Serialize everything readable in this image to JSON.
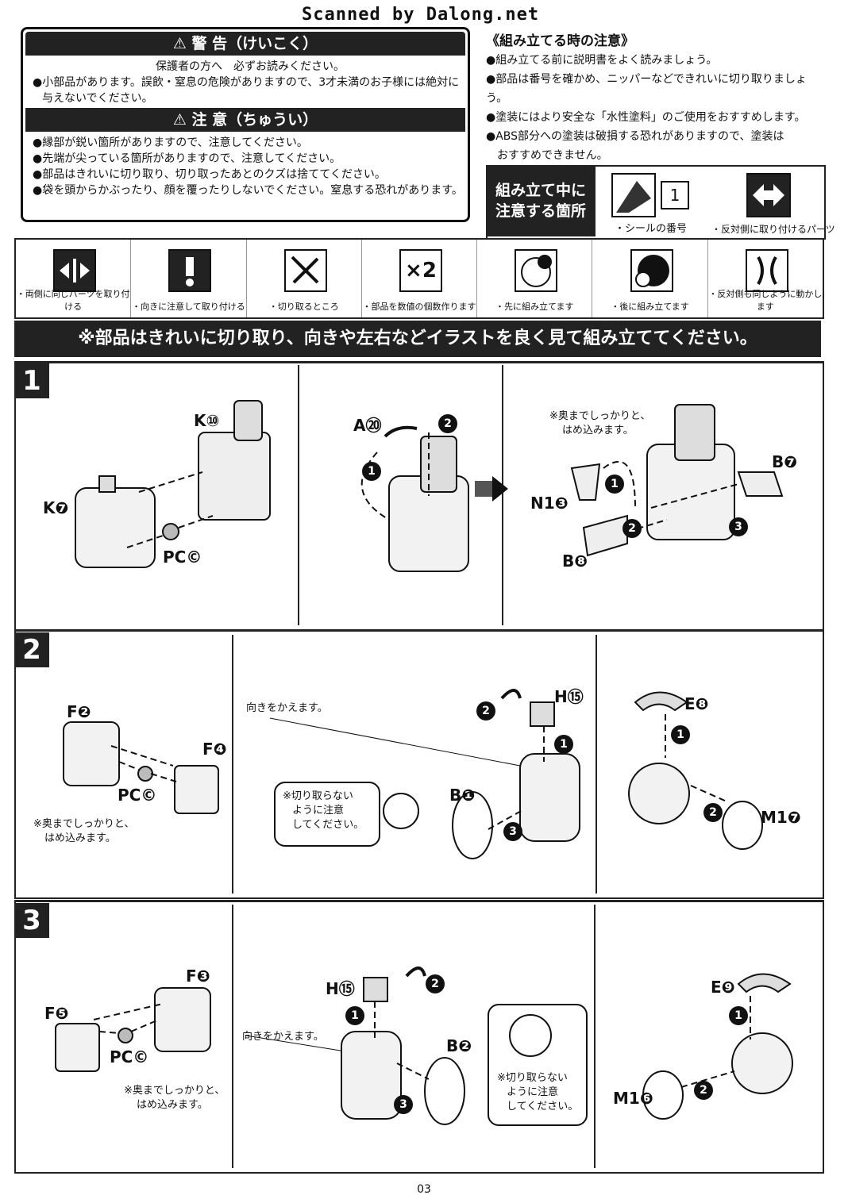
{
  "header": {
    "scanned_by": "Scanned by Dalong.net"
  },
  "warning": {
    "title": "⚠ 警 告（けいこく）",
    "subtitle": "保護者の方へ　必ずお読みください。",
    "lines": [
      "●小部品があります。誤飲・窒息の危険がありますので、3才未満のお子様には絶対に",
      "与えないでください。"
    ]
  },
  "caution_block": {
    "title": "⚠ 注 意（ちゅうい）",
    "lines": [
      "●縁部が鋭い箇所がありますので、注意してください。",
      "●先端が尖っている箇所がありますので、注意してください。",
      "●部品はきれいに切り取り、切り取ったあとのクズは捨ててください。",
      "●袋を頭からかぶったり、顔を覆ったりしないでください。窒息する恐れがあります。"
    ]
  },
  "assembly_notes": {
    "title": "《組み立てる時の注意》",
    "lines": [
      "●組み立てる前に説明書をよく読みましょう。",
      "●部品は番号を確かめ、ニッパーなどできれいに切り取りましょう。",
      "●塗装にはより安全な「水性塗料」のご使用をおすすめします。",
      "●ABS部分への塗装は破損する恐れがありますので、塗装は",
      "おすすめできません。"
    ]
  },
  "caution_points": {
    "label_line1": "組み立て中に",
    "label_line2": "注意する箇所",
    "sticker_number": "1",
    "sticker_label": "・シールの番号",
    "opposite_label": "・反対側に取り付けるパーツ"
  },
  "icons": [
    {
      "name": "both-sides-icon",
      "label": "・両側に同じパーツを取り付ける"
    },
    {
      "name": "direction-icon",
      "label": "・向きに注意して取り付ける"
    },
    {
      "name": "nipper-icon",
      "label": "・切り取るところ"
    },
    {
      "name": "multiply-icon",
      "label": "・部品を数値の個数作ります",
      "glyph": "×2"
    },
    {
      "name": "assemble-first-icon",
      "label": "・先に組み立てます"
    },
    {
      "name": "assemble-later-icon",
      "label": "・後に組み立てます"
    },
    {
      "name": "move-opposite-icon",
      "label": "・反対側も同じように動かします"
    }
  ],
  "banner": "※部品はきれいに切り取り、向きや左右などイラストを良く見て組み立ててください。",
  "step1": {
    "number": "1",
    "parts": {
      "k10": "K⑩",
      "k7": "K❼",
      "pcc": "PC©",
      "a20": "A⑳",
      "n13": "N1❸",
      "b7": "B❼",
      "b8": "B❽"
    },
    "note": [
      "※奥までしっかりと、",
      "はめ込みます。"
    ]
  },
  "step2": {
    "number": "2",
    "parts": {
      "f2": "F❷",
      "f4": "F❹",
      "pcc": "PC©",
      "h15": "H⑮",
      "b1": "B❶",
      "e8": "E❽",
      "m17": "M1❼"
    },
    "turn": "向きをかえます。",
    "note": [
      "※奥までしっかりと、",
      "はめ込みます。"
    ],
    "nocut": [
      "※切り取らない",
      "ように注意",
      "してください。"
    ]
  },
  "step3": {
    "number": "3",
    "parts": {
      "f3": "F❸",
      "f5": "F❺",
      "pcc": "PC©",
      "h15": "H⑮",
      "b2": "B❷",
      "e9": "E❾",
      "m16": "M1❻"
    },
    "turn": "向きをかえます。",
    "note": [
      "※奥までしっかりと、",
      "はめ込みます。"
    ],
    "nocut": [
      "※切り取らない",
      "ように注意",
      "してください。"
    ]
  },
  "counters": {
    "c1": "1",
    "c2": "2",
    "c3": "3"
  },
  "page_number": "03"
}
